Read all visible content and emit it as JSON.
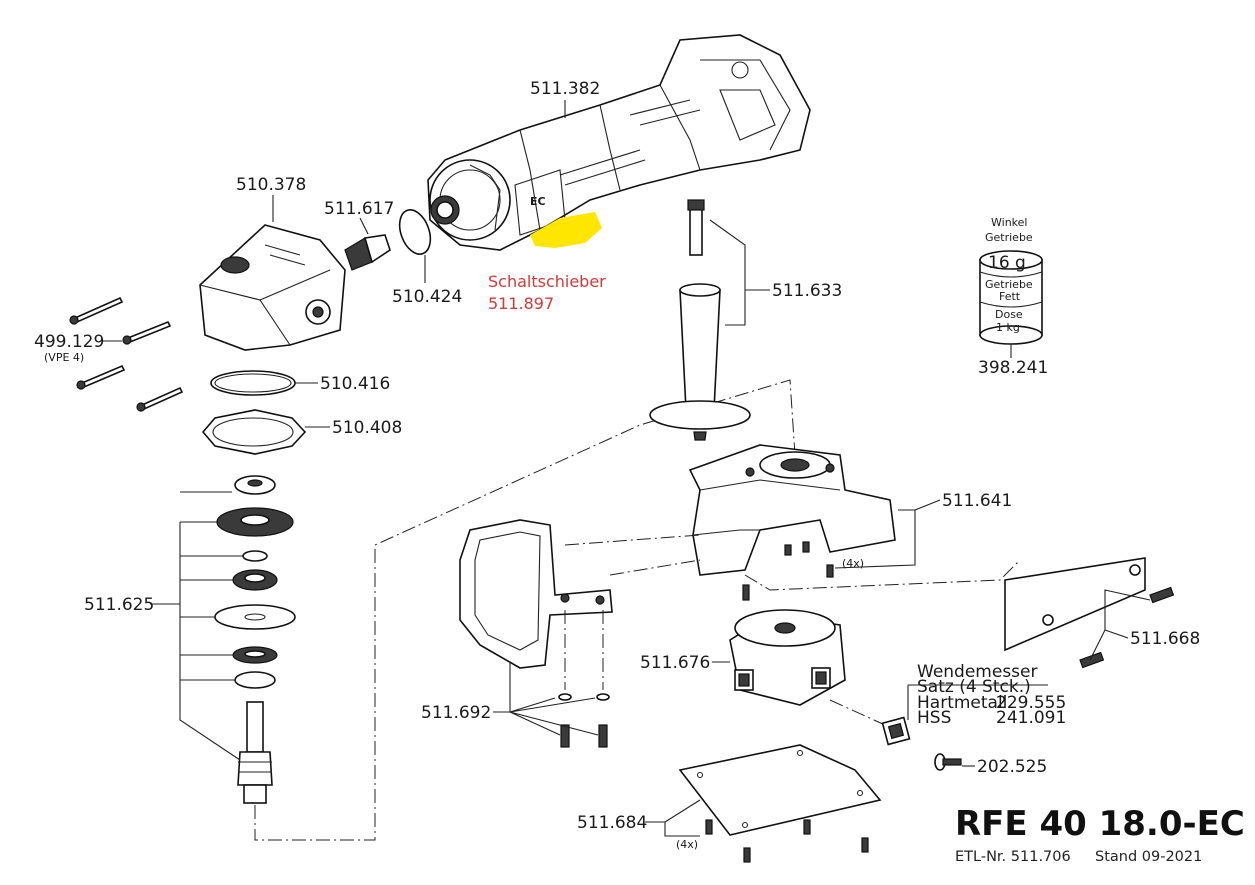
{
  "parts": {
    "p511382": "511.382",
    "p510378": "510.378",
    "p511617": "511.617",
    "p510424": "510.424",
    "p499129": "499.129",
    "p499129_note": "(VPE 4)",
    "p510416": "510.416",
    "p510408": "510.408",
    "p511625": "511.625",
    "p511633": "511.633",
    "p398241": "398.241",
    "p511641": "511.641",
    "p511641_note": "(4x)",
    "p511668": "511.668",
    "p511676": "511.676",
    "p511692": "511.692",
    "p202525": "202.525",
    "p511684": "511.684",
    "p511684_note": "(4x)"
  },
  "annotation": {
    "line1": "Schaltschieber",
    "line2": "511.897"
  },
  "grease_tin": {
    "line1": "Winkel",
    "line2": "Getriebe",
    "weight": "16 g",
    "line3": "Getriebe",
    "line4": "Fett",
    "line5": "Dose",
    "line6": "1 kg"
  },
  "blades": {
    "title1": "Wendemesser",
    "title2": "Satz  (4 Stck.)",
    "row1_label": "Hartmetall",
    "row1_value": "229.555",
    "row2_label": "HSS",
    "row2_value": "241.091"
  },
  "model": "RFE 40 18.0-EC",
  "footer": {
    "etl": "ETL-Nr. 511.706",
    "stand": "Stand 09-2021"
  },
  "colors": {
    "annotation": "#d23a3a",
    "highlight": "#ffe600"
  }
}
